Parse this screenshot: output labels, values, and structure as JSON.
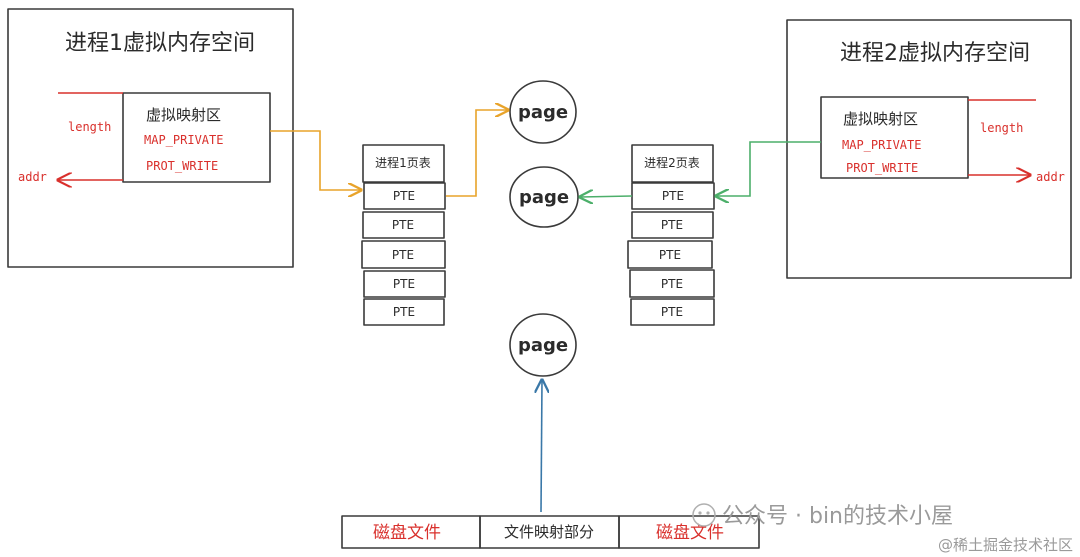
{
  "process1": {
    "title": "进程1虚拟内存空间",
    "vma": {
      "title": "虚拟映射区",
      "flag1": "MAP_PRIVATE",
      "flag2": "PROT_WRITE"
    },
    "length_label": "length",
    "addr_label": "addr"
  },
  "process2": {
    "title": "进程2虚拟内存空间",
    "vma": {
      "title": "虚拟映射区",
      "flag1": "MAP_PRIVATE",
      "flag2": "PROT_WRITE"
    },
    "length_label": "length",
    "addr_label": "addr"
  },
  "page_table1": {
    "title": "进程1页表",
    "entries": [
      "PTE",
      "PTE",
      "PTE",
      "PTE",
      "PTE"
    ]
  },
  "page_table2": {
    "title": "进程2页表",
    "entries": [
      "PTE",
      "PTE",
      "PTE",
      "PTE",
      "PTE"
    ]
  },
  "pages": [
    "page",
    "page",
    "page"
  ],
  "disk_file": {
    "left": "磁盘文件",
    "middle": "文件映射部分",
    "right": "磁盘文件"
  },
  "watermark": {
    "line1": "公众号 · bin的技术小屋",
    "line2": "@稀土掘金技术社区"
  },
  "colors": {
    "process1_fill": "#f7f1d8",
    "vma1_fill": "#f0df94",
    "process2_fill": "#e6f5e9",
    "vma2_fill": "#c9ebd0",
    "pte1_fill": "#f5efc8",
    "pte2_fill": "#d4eedb",
    "page_yellow": "#f3e7a8",
    "page_green": "#cdeee0",
    "page_blue": "#d6eaf5",
    "arrow_orange": "#e8a32a",
    "arrow_green": "#4caf6a",
    "arrow_blue": "#3a78a8",
    "arrow_red": "#d9302c"
  }
}
